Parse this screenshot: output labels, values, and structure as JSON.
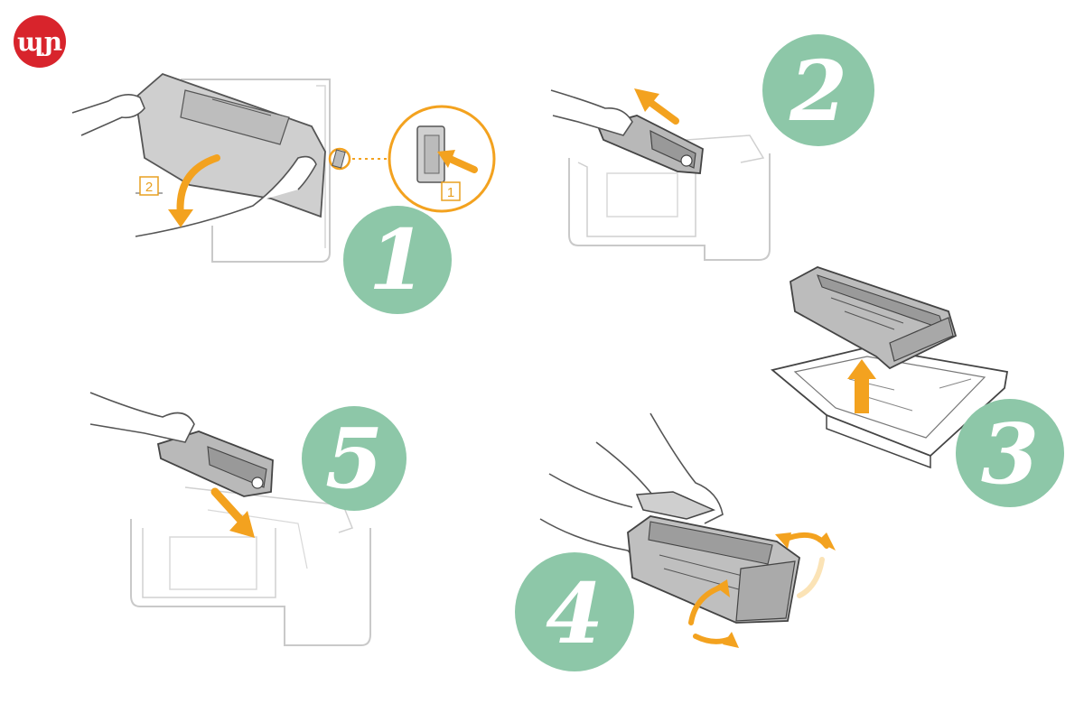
{
  "colors": {
    "step_badge": "#8dc7a8",
    "arrow": "#f3a21f",
    "logo": "#d8242c",
    "line_art": "#555555",
    "printer_outline": "#c9c9c9"
  },
  "logo": {
    "mark": "ɰɲ"
  },
  "steps": [
    {
      "number": "1"
    },
    {
      "number": "2"
    },
    {
      "number": "3"
    },
    {
      "number": "4"
    },
    {
      "number": "5"
    }
  ],
  "callouts": {
    "step1_press": "1",
    "step1_lower": "2"
  },
  "icons": [
    "hand-icon",
    "toner-cartridge-icon",
    "printer-icon",
    "arrow-icon",
    "rotate-arrow-icon"
  ]
}
